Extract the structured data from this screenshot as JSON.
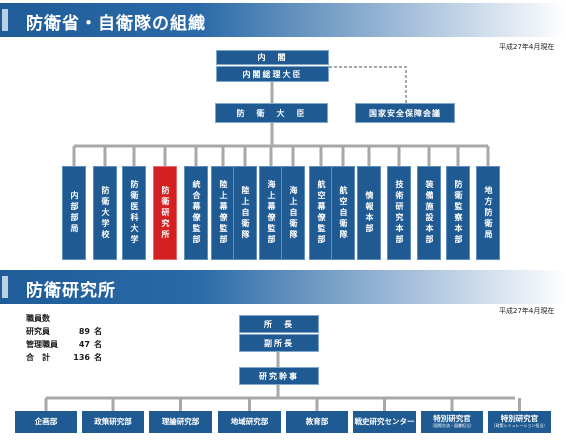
{
  "org_section": {
    "title": "防衛省・自衛隊の組織",
    "date": "平成27年4月現在",
    "cabinet": "内　閣",
    "prime_minister": "内閣総理大臣",
    "minister": "防　衛　大　臣",
    "nsc": "国家安全保障会議",
    "units": [
      {
        "label": "内部部局",
        "highlight": false
      },
      {
        "label": "防衛大学校",
        "highlight": false
      },
      {
        "label": "防衛医科大学",
        "highlight": false
      },
      {
        "label": "防衛研究所",
        "highlight": true
      },
      {
        "label": "統合幕僚監部",
        "highlight": false
      },
      {
        "label": "陸上幕僚監部",
        "highlight": false
      },
      {
        "label": "陸上自衛隊",
        "highlight": false
      },
      {
        "label": "海上幕僚監部",
        "highlight": false
      },
      {
        "label": "海上自衛隊",
        "highlight": false
      },
      {
        "label": "航空幕僚監部",
        "highlight": false
      },
      {
        "label": "航空自衛隊",
        "highlight": false
      },
      {
        "label": "情報本部",
        "highlight": false
      },
      {
        "label": "技術研究本部",
        "highlight": false
      },
      {
        "label": "装備施設本部",
        "highlight": false
      },
      {
        "label": "防衛監察本部",
        "highlight": false
      },
      {
        "label": "地方防衛局",
        "highlight": false
      }
    ]
  },
  "nids_section": {
    "title": "防衛研究所",
    "date": "平成27年4月現在",
    "staff": {
      "heading": "職員数",
      "rows": [
        {
          "label": "研究員",
          "count": "89",
          "unit": "名"
        },
        {
          "label": "管理職員",
          "count": "47",
          "unit": "名"
        },
        {
          "label": "合　計",
          "count": "136",
          "unit": "名"
        }
      ]
    },
    "president": "所　長",
    "vice_president": "副所長",
    "executive_director": "研究幹事",
    "departments": [
      {
        "label": "企画部",
        "sub": ""
      },
      {
        "label": "政策研究部",
        "sub": ""
      },
      {
        "label": "理論研究部",
        "sub": ""
      },
      {
        "label": "地域研究部",
        "sub": ""
      },
      {
        "label": "教育部",
        "sub": ""
      },
      {
        "label": "戦史研究センター",
        "sub": ""
      },
      {
        "label": "特別研究官",
        "sub": "（国際交流・図書担当）"
      },
      {
        "label": "特別研究官",
        "sub": "（政策シミュレーション担当）"
      }
    ]
  },
  "colors": {
    "box": "#1f5a92",
    "highlight": "#d42020",
    "connector": "#a8a8a8"
  }
}
